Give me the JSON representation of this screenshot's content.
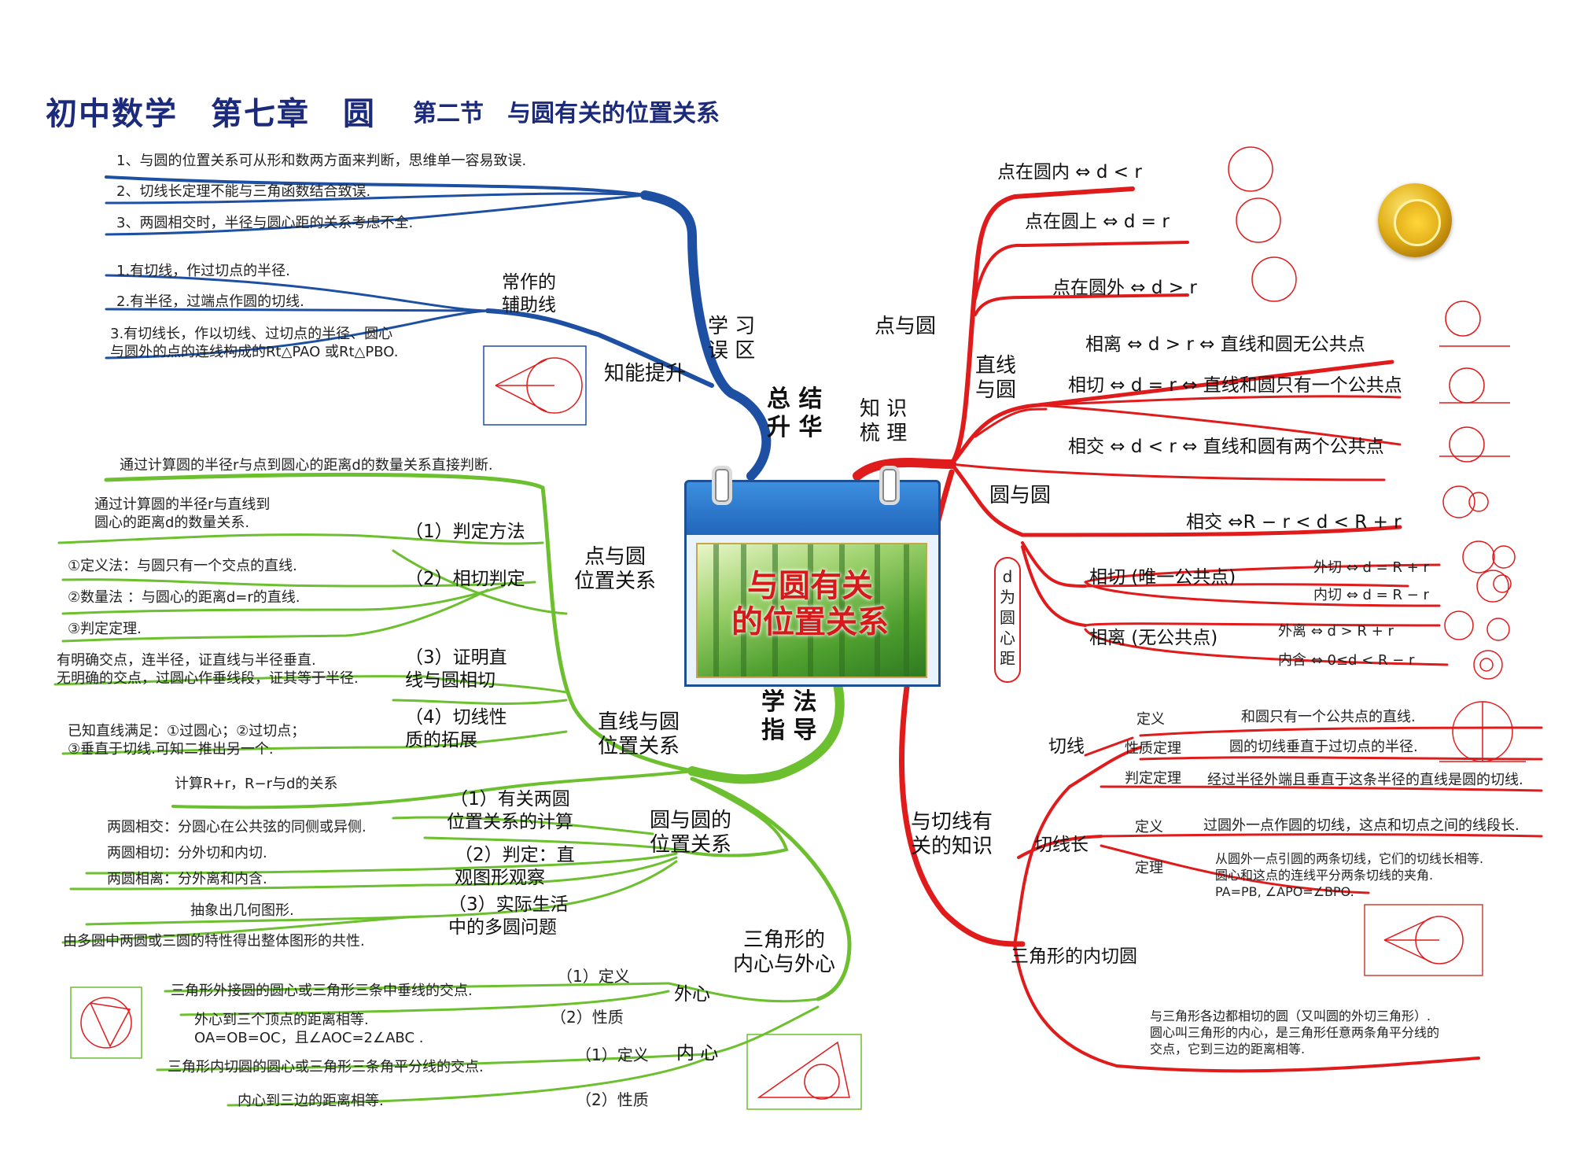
{
  "header": {
    "title": "初中数学　第七章　圆",
    "section": "第二节　与圆有关的位置关系"
  },
  "center": {
    "title_line1": "与圆有关",
    "title_line2": "的位置关系"
  },
  "hubs": {
    "summary": "总 结\n升 华",
    "knowledge": "知 识\n梳 理",
    "method": "学 法\n指 导"
  },
  "summary_branch": {
    "mistakes": {
      "label": "学 习\n误 区",
      "items": [
        "1、与圆的位置关系可从形和数两方面来判断，思维单一容易致误.",
        "2、切线长定理不能与三角函数结合致误.",
        "3、两圆相交时，半径与圆心距的关系考虑不全."
      ]
    },
    "improve": {
      "label": "知能提升",
      "sub_label": "常作的\n辅助线",
      "items": [
        "1.有切线，作过切点的半径.",
        "2.有半径，过端点作圆的切线.",
        "3.有切线长，作以切线、过切点的半径、圆心\n与圆外的点的连线构成的Rt△PAO 或Rt△PBO."
      ]
    }
  },
  "knowledge_branch": {
    "point_circle": {
      "label": "点与圆",
      "items": [
        "点在圆内 ⇔ d < r",
        "点在圆上 ⇔ d = r",
        "点在圆外 ⇔ d > r"
      ]
    },
    "line_circle": {
      "label": "直线\n与圆",
      "items": [
        "相离 ⇔ d > r ⇔ 直线和圆无公共点",
        "相切 ⇔ d = r ⇔ 直线和圆只有一个公共点",
        "相交 ⇔ d < r ⇔  直线和圆有两个公共点"
      ]
    },
    "circle_circle": {
      "label": "圆与圆",
      "d_note": "d\n为\n圆\n心\n距",
      "intersect": "相交 ⇔R − r < d < R + r",
      "tangent": "相切 (唯一公共点)",
      "tangent_ext": "外切  ⇔ d = R + r",
      "tangent_int": "内切  ⇔ d = R − r",
      "separate": "相离 (无公共点)",
      "sep_ext": "外离    ⇔ d > R + r",
      "sep_int": "内含   ⇔  0≤d < R − r"
    },
    "tangent_knowledge": {
      "label": "与切线有\n关的知识",
      "tangent": {
        "label": "切线",
        "rows": [
          {
            "k": "定义",
            "v": "和圆只有一个公共点的直线."
          },
          {
            "k": "性质定理",
            "v": "圆的切线垂直于过切点的半径."
          },
          {
            "k": "判定定理",
            "v": "经过半径外端且垂直于这条半径的直线是圆的切线."
          }
        ]
      },
      "tangent_length": {
        "label": "切线长",
        "rows": [
          {
            "k": "定义",
            "v": "过圆外一点作圆的切线，这点和切点之间的线段长."
          },
          {
            "k": "定理",
            "v": "从圆外一点引圆的两条切线，它们的切线长相等.\n圆心和这点的连线平分两条切线的夹角.\nPA=PB, ∠APO=∠BPO."
          }
        ]
      },
      "incircle": {
        "label": "三角形的内切圆",
        "desc": "与三角形各边都相切的圆（又叫圆的外切三角形）.\n圆心叫三角形的内心，是三角形任意两条角平分线的\n交点，它到三边的距离相等."
      }
    }
  },
  "method_branch": {
    "point_circle": {
      "label": "点与圆\n位置关系",
      "item": "通过计算圆的半径r与点到圆心的距离d的数量关系直接判断."
    },
    "line_circle": {
      "label": "直线与圆\n位置关系",
      "subs": [
        {
          "label": "（1）判定方法",
          "items": [
            "通过计算圆的半径r与直线到\n圆心的距离d的数量关系."
          ]
        },
        {
          "label": "（2）相切判定",
          "items": [
            "①定义法：与圆只有一个交点的直线.",
            "②数量法 ：与圆心的距离d=r的直线.",
            "③判定定理."
          ]
        },
        {
          "label": "（3）证明直\n线与圆相切",
          "items": [
            "有明确交点，连半径，证直线与半径垂直.\n无明确的交点，过圆心作垂线段，证其等于半径."
          ]
        },
        {
          "label": "（4）切线性\n质的拓展",
          "items": [
            "已知直线满足：①过圆心；②过切点；\n③垂直于切线.可知二推出另一个."
          ]
        }
      ]
    },
    "circle_circle": {
      "label": "圆与圆的\n位置关系",
      "subs": [
        {
          "label": "（1）有关两圆\n位置关系的计算",
          "items": [
            "计算R+r，R−r与d的关系"
          ]
        },
        {
          "label": "（2）判定：直\n观图形观察",
          "items": [
            "两圆相交：分圆心在公共弦的同侧或异侧.",
            "两圆相切：分外切和内切.",
            "两圆相离：分外离和内含."
          ]
        },
        {
          "label": "（3）实际生活\n中的多圆问题",
          "items": [
            "抽象出几何图形.",
            "由多圆中两圆或三圆的特性得出整体图形的共性."
          ]
        }
      ]
    },
    "triangle": {
      "label": "三角形的\n内心与外心",
      "circum": {
        "label": "外心",
        "def_label": "（1）定义",
        "def": "三角形外接圆的圆心或三角形三条中垂线的交点.",
        "prop_label": "（2）性质",
        "prop": "外心到三个顶点的距离相等.\nOA=OB=OC，且∠AOC=2∠ABC ."
      },
      "incenter": {
        "label": "内 心",
        "def_label": "（1）定义",
        "def": "三角形内切圆的圆心或三角形三条角平分线的交点.",
        "prop_label": "（2）性质",
        "prop": "内心到三边的距离相等."
      }
    }
  },
  "colors": {
    "blue": "#1d4fa3",
    "red": "#e01b1b",
    "green": "#6cbf2e",
    "title": "#1b2a7a"
  }
}
